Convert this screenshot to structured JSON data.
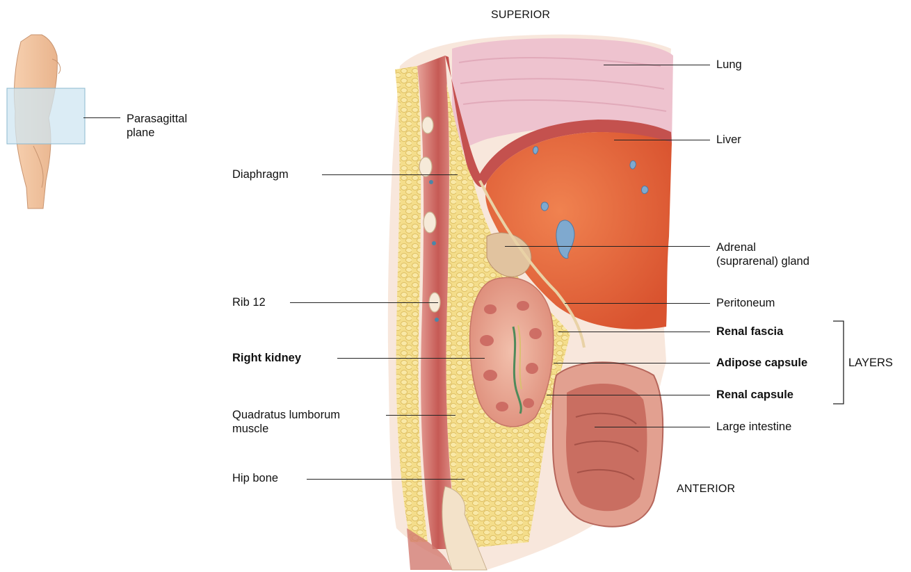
{
  "orientation": {
    "superior": "SUPERIOR",
    "anterior": "ANTERIOR"
  },
  "plane": {
    "line1": "Parasagittal",
    "line2": "plane"
  },
  "labels": {
    "lung": "Lung",
    "liver": "Liver",
    "diaphragm": "Diaphragm",
    "adrenal_line1": "Adrenal",
    "adrenal_line2": "(suprarenal) gland",
    "rib12": "Rib 12",
    "peritoneum": "Peritoneum",
    "renal_fascia": "Renal fascia",
    "right_kidney": "Right kidney",
    "adipose_capsule": "Adipose capsule",
    "renal_capsule": "Renal capsule",
    "quadratus_line1": "Quadratus lumborum",
    "quadratus_line2": "muscle",
    "large_intestine": "Large intestine",
    "hip_bone": "Hip bone",
    "layers": "LAYERS"
  },
  "colors": {
    "liver": "#e8683f",
    "muscle": "#c9605c",
    "fat": "#f1d57a",
    "kidney": "#e8a493",
    "lung": "#e9bcc8",
    "intestine": "#d98a78",
    "plane": "#cfe6f2"
  }
}
